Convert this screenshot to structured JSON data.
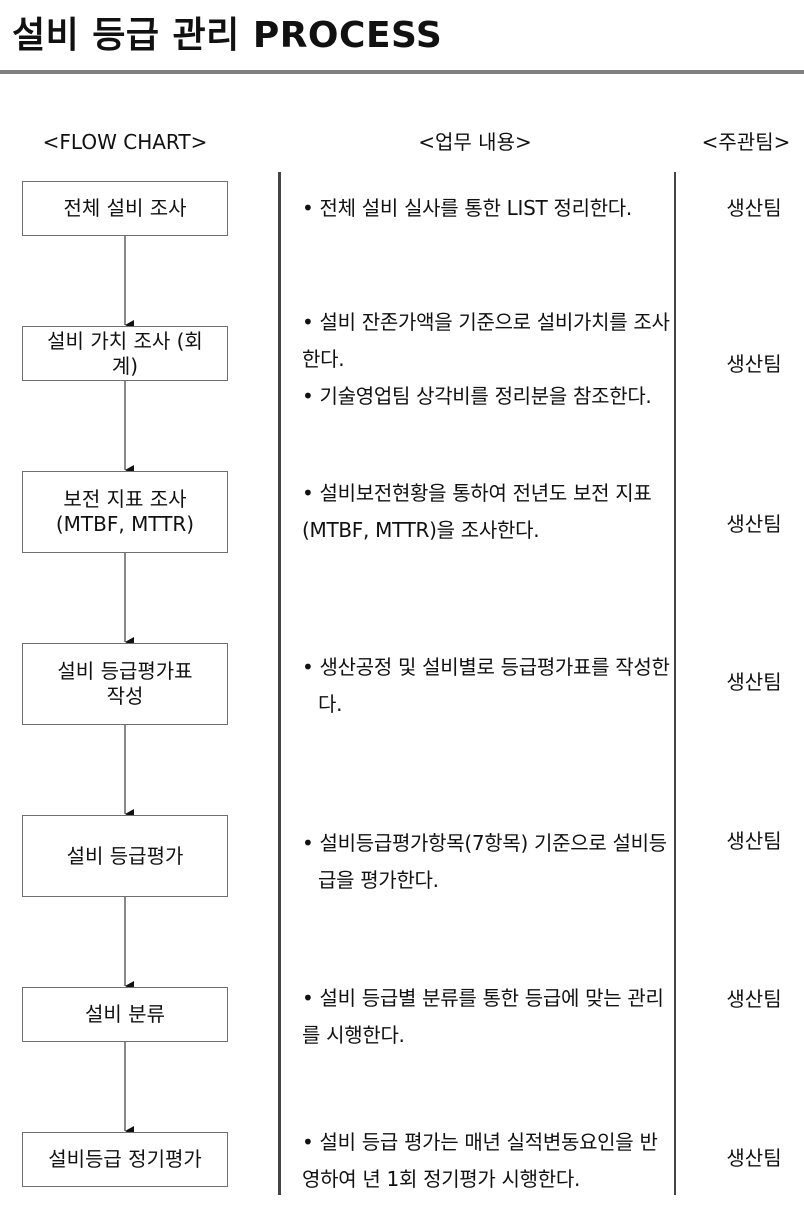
{
  "header": {
    "title": "설비 등급 관리 PROCESS"
  },
  "columns": {
    "flow": "<FLOW CHART>",
    "task": "<업무 내용>",
    "team": "<주관팀>"
  },
  "steps": [
    {
      "box": "전체 설비 조사",
      "paragraphs": [
        "• 전체 설비 실사를 통한 LIST 정리한다."
      ],
      "team": "생산팀"
    },
    {
      "box": "설비 가치 조사 (회\n계)",
      "paragraphs": [
        "• 설비 잔존가액을 기준으로 설비가치를 조사한다.",
        "• 기술영업팀 상각비를 정리분을 참조한다."
      ],
      "team": "생산팀"
    },
    {
      "box": "보전 지표 조사\n(MTBF, MTTR)",
      "paragraphs": [
        "• 설비보전현황을 통하여 전년도 보전 지표 (MTBF, MTTR)을 조사한다."
      ],
      "team": "생산팀"
    },
    {
      "box": "설비 등급평가표\n작성",
      "paragraphs": [
        "• 생산공정 및 설비별로 등급평가표를 작성한다."
      ],
      "team": "생산팀"
    },
    {
      "box": "설비 등급평가",
      "paragraphs": [
        "• 설비등급평가항목(7항목) 기준으로 설비등급을 평가한다."
      ],
      "team": "생산팀"
    },
    {
      "box": "설비 분류",
      "paragraphs": [
        "• 설비 등급별 분류를 통한 등급에 맞는 관리를 시행한다."
      ],
      "team": "생산팀"
    },
    {
      "box": "설비등급 정기평가",
      "paragraphs": [
        "• 설비 등급 평가는 매년 실적변동요인을 반영하여 년 1회 정기평가 시행한다."
      ],
      "team": "생산팀"
    }
  ]
}
